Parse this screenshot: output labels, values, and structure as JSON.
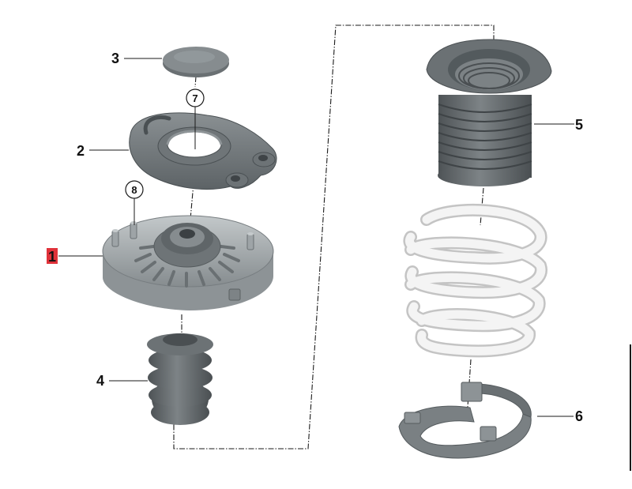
{
  "callouts": {
    "p1": "1",
    "p2": "2",
    "p3": "3",
    "p4": "4",
    "p5": "5",
    "p6": "6",
    "c7": "7",
    "c8": "8"
  },
  "colors": {
    "rubber_dark": "#5a5f62",
    "rubber_mid": "#737a7d",
    "rubber_light": "#9aa1a4",
    "metal_mount": "#a6acae",
    "spring_white": "#f1f1f1",
    "spring_edge": "#c4c4c4",
    "highlight": "#e0323a",
    "line": "#1a1a1a"
  },
  "icons": {
    "part_1": "strut-mount-icon",
    "part_2": "mount-plate-icon",
    "part_3": "cap-icon",
    "part_4": "bump-stop-icon",
    "part_5": "dust-boot-icon",
    "part_6": "spring-pad-icon",
    "spring": "coil-spring-icon"
  }
}
